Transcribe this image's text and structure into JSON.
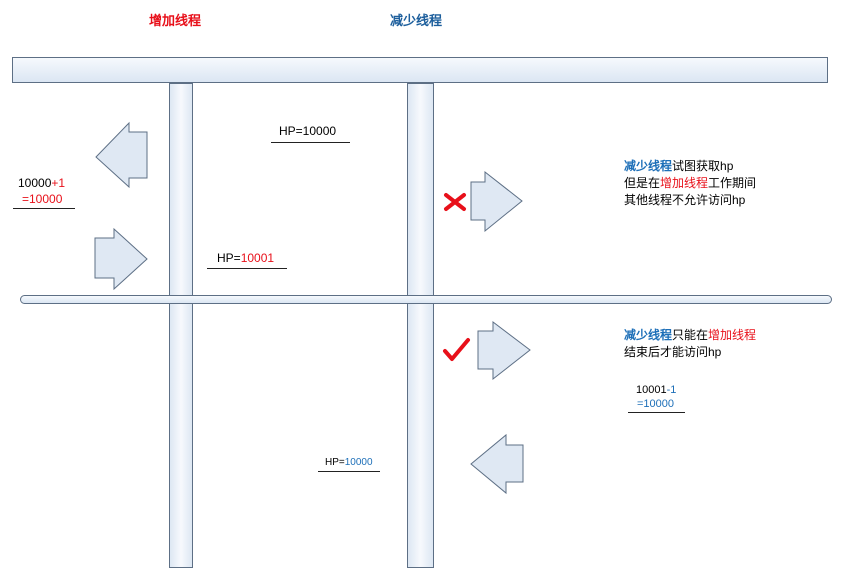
{
  "titles": {
    "increase": "增加线程",
    "decrease": "减少线程"
  },
  "colors": {
    "increase": "#e8101a",
    "decrease": "#1d6fb8",
    "bar_border": "#5d6f85",
    "arrow_fill": "#dfe8f3"
  },
  "hp_top": "HP=10000",
  "hp_mid": {
    "prefix": "HP=",
    "value": "10001"
  },
  "hp_bottom": {
    "prefix": "HP=",
    "value": "10000"
  },
  "calc_add": {
    "base": "10000",
    "op": "+1",
    "result": "=10000"
  },
  "calc_sub": {
    "base": "10001",
    "op": "-1",
    "result": "=10000"
  },
  "note_blocked": {
    "thread": "减少线程",
    "l1_rest": "试图获取hp",
    "l2_pre": "但是在",
    "l2_thread": "增加线程",
    "l2_post": "工作期间",
    "l3": "其他线程不允许访问hp"
  },
  "note_allowed": {
    "thread": "减少线程",
    "l1_mid": "只能在",
    "l1_thread": "增加线程",
    "l2": "结束后才能访问hp"
  },
  "marks": {
    "blocked": "cross-icon",
    "allowed": "check-icon"
  }
}
